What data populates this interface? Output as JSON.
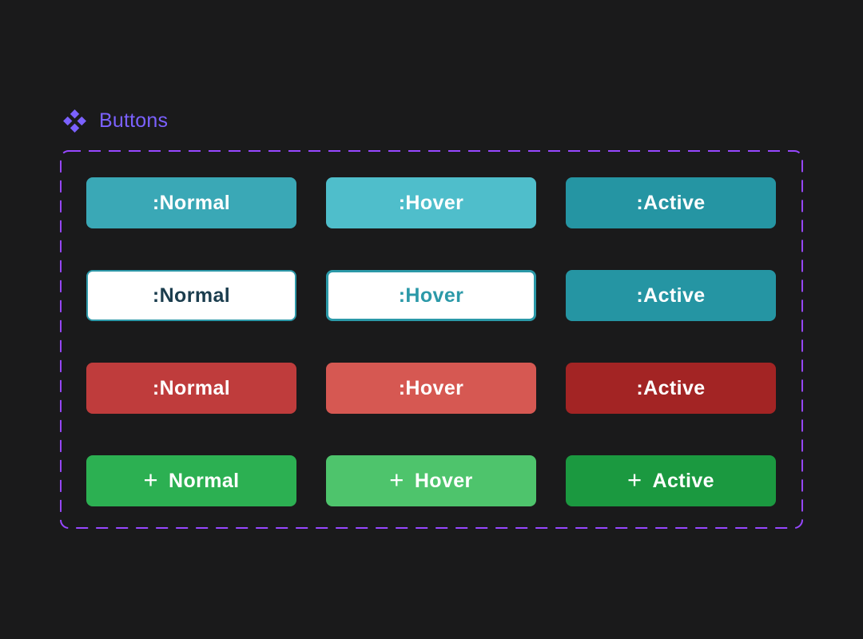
{
  "canvas": {
    "background": "#1A1A1B"
  },
  "header": {
    "label": "Buttons",
    "icon": "component-diamonds-icon",
    "color": "#7B61FF"
  },
  "frame": {
    "border_color": "#9747FF",
    "border_style": "dashed"
  },
  "grid": {
    "rows": [
      {
        "name": "teal-solid-variants",
        "buttons": [
          {
            "label": ":Normal",
            "bg": "#3AA8B6",
            "text_color": "#FFFFFF"
          },
          {
            "label": ":Hover",
            "bg": "#4FBECB",
            "text_color": "#FFFFFF"
          },
          {
            "label": ":Active",
            "bg": "#2595A3",
            "text_color": "#FFFFFF"
          }
        ]
      },
      {
        "name": "teal-outline-variants",
        "buttons": [
          {
            "label": ":Normal",
            "bg": "#FFFFFF",
            "text_color": "#1B3D4E",
            "border_color": "#2D98A8",
            "border_width": 2
          },
          {
            "label": ":Hover",
            "bg": "#FFFFFF",
            "text_color": "#2B99A8",
            "border_color": "#2B99A8",
            "border_width": 3
          },
          {
            "label": ":Active",
            "bg": "#2595A3",
            "text_color": "#FFFFFF"
          }
        ]
      },
      {
        "name": "red-solid-variants",
        "buttons": [
          {
            "label": ":Normal",
            "bg": "#BF3C3C",
            "text_color": "#FFFFFF"
          },
          {
            "label": ":Hover",
            "bg": "#D65852",
            "text_color": "#FFFFFF"
          },
          {
            "label": ":Active",
            "bg": "#A32424",
            "text_color": "#FFFFFF"
          }
        ]
      },
      {
        "name": "green-plus-variants",
        "buttons": [
          {
            "label": "Normal",
            "icon": "plus-icon",
            "icon_glyph": "+",
            "bg": "#2CB052",
            "text_color": "#FFFFFF"
          },
          {
            "label": "Hover",
            "icon": "plus-icon",
            "icon_glyph": "+",
            "bg": "#4EC46C",
            "text_color": "#FFFFFF"
          },
          {
            "label": "Active",
            "icon": "plus-icon",
            "icon_glyph": "+",
            "bg": "#1B9940",
            "text_color": "#FFFFFF"
          }
        ]
      }
    ]
  }
}
